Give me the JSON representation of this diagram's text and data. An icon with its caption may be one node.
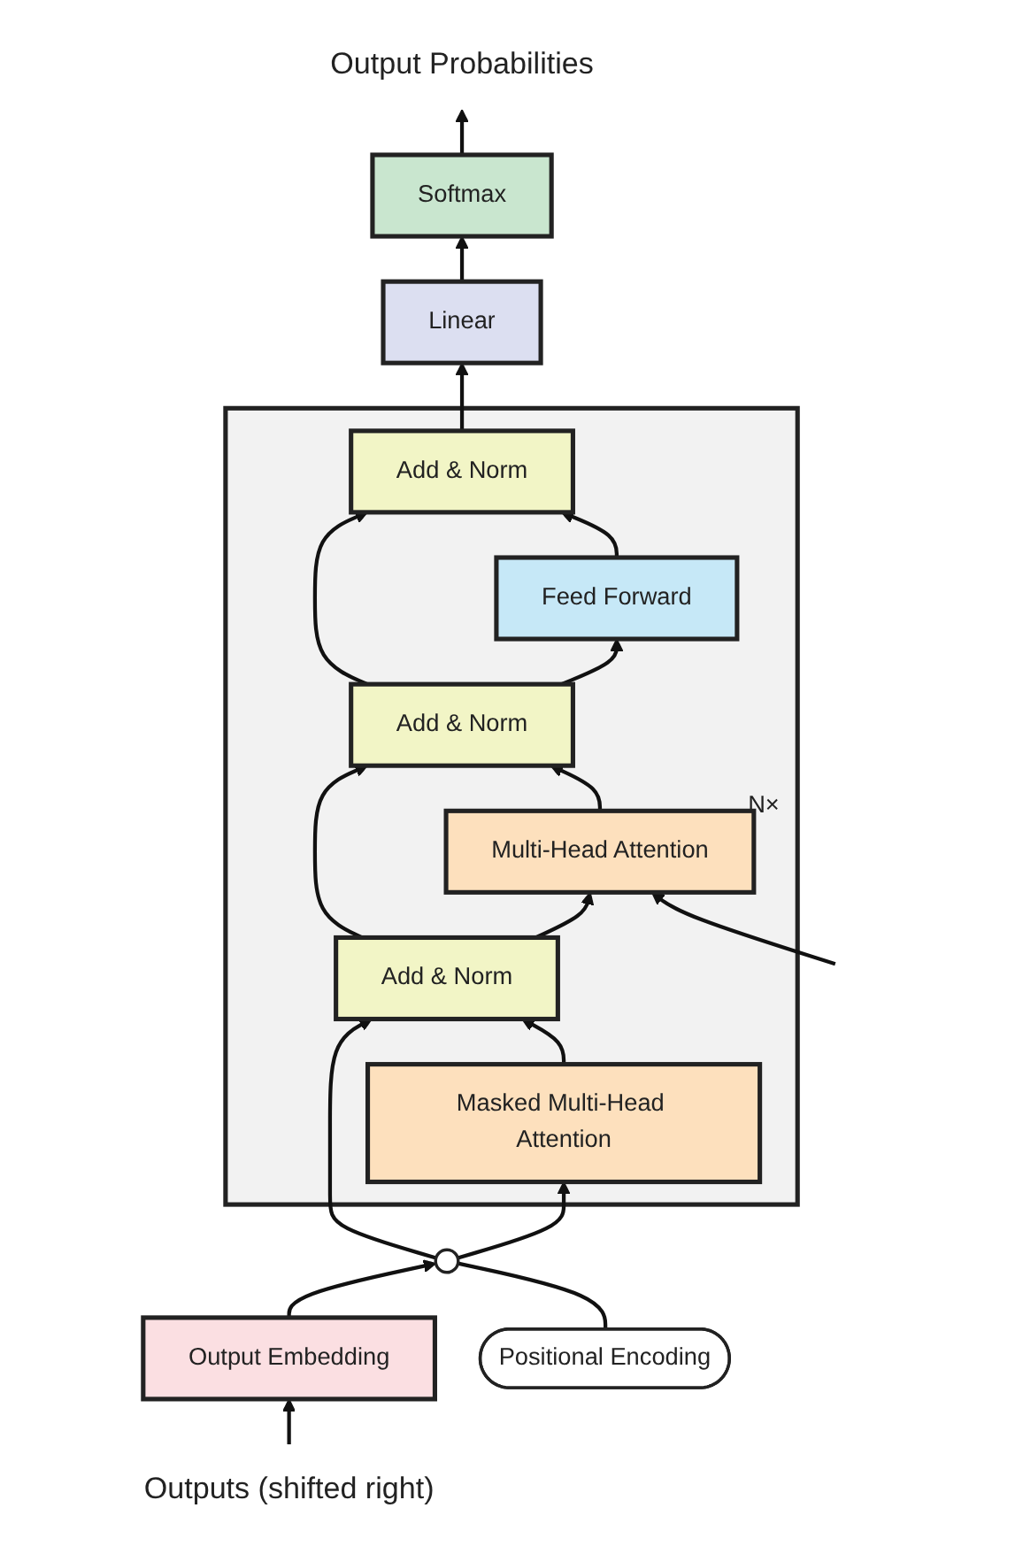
{
  "diagram": {
    "nodes": [
      {
        "text": [
          "Output Probabilities"
        ]
      },
      {
        "text": [
          "Softmax"
        ]
      },
      {
        "text": [
          "Linear"
        ]
      },
      {
        "text": [
          "N×"
        ]
      },
      {
        "text": [
          "Add & Norm"
        ],
        "in": 3
      },
      {
        "text": [
          "Feed Forward"
        ],
        "in": 3
      },
      {
        "text": [
          "Add & Norm"
        ],
        "in": 3
      },
      {
        "text": [
          "Multi-Head Attention"
        ],
        "in": 3
      },
      {
        "text": [
          "Add & Norm"
        ],
        "in": 3
      },
      {
        "text": [
          "Masked Multi-Head Attention"
        ],
        "in": 3
      },
      {
        "text": [],
        "shape": "circle"
      },
      {
        "text": [
          "Positional Encoding"
        ]
      },
      {
        "text": [
          "Output Embedding"
        ]
      },
      {
        "text": [
          "Outputs (shifted right)"
        ]
      }
    ],
    "edges": [
      {
        "from": 13,
        "to": 12,
        "arrow": "to"
      },
      {
        "from": 12,
        "to": 10,
        "arrow": "to"
      },
      {
        "from": 11,
        "to": 10,
        "arrow": "none"
      },
      {
        "from": 10,
        "to": 9,
        "arrow": "to"
      },
      {
        "from": 10,
        "to": 8,
        "arrow": "to"
      },
      {
        "from": 9,
        "to": 8,
        "arrow": "to"
      },
      {
        "from": 8,
        "to": 7,
        "arrow": "to"
      },
      {
        "from": 8,
        "to": 6,
        "arrow": "to"
      },
      {
        "from": null,
        "to": 7,
        "arrow": "to"
      },
      {
        "from": 7,
        "to": 6,
        "arrow": "to"
      },
      {
        "from": 6,
        "to": 5,
        "arrow": "to"
      },
      {
        "from": 6,
        "to": 4,
        "arrow": "to"
      },
      {
        "from": 5,
        "to": 4,
        "arrow": "to"
      },
      {
        "from": 4,
        "to": 2,
        "arrow": "to"
      },
      {
        "from": 2,
        "to": 1,
        "arrow": "to"
      },
      {
        "from": 1,
        "to": 0,
        "arrow": "to"
      }
    ]
  }
}
